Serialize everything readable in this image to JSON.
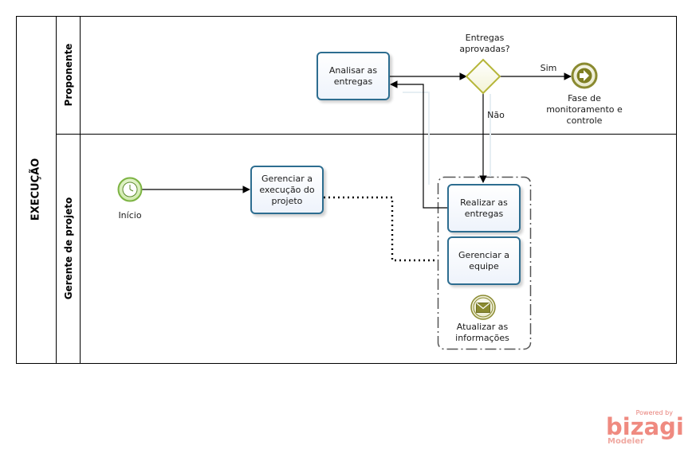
{
  "pool": {
    "label": "EXECUÇÃO"
  },
  "lanes": [
    {
      "label": "Proponente"
    },
    {
      "label": "Gerente de projeto"
    }
  ],
  "events": {
    "start": {
      "label": "Início",
      "icon": "timer-icon"
    },
    "end": {
      "label": "Fase de\nmonitoramento e\ncontrole",
      "icon": "link-icon"
    },
    "message": {
      "label": "Atualizar as\ninformações",
      "icon": "envelope-icon"
    }
  },
  "tasks": {
    "analisar": "Analisar as\nentregas",
    "gerenciar_execucao": "Gerenciar a\nexecução do\nprojeto",
    "realizar": "Realizar as\nentregas",
    "gerenciar_equipe": "Gerenciar a\nequipe"
  },
  "gateway": {
    "label": "Entregas\naprovadas?"
  },
  "flows": {
    "sim": "Sim",
    "nao": "Não"
  },
  "branding": {
    "powered": "Powered by",
    "name": "bizagi",
    "sub": "Modeler"
  },
  "colors": {
    "task_border": "#2d6d90",
    "start_event": "#7cb342",
    "gateway": "#b6b63a",
    "end_event": "#8a8a30"
  }
}
